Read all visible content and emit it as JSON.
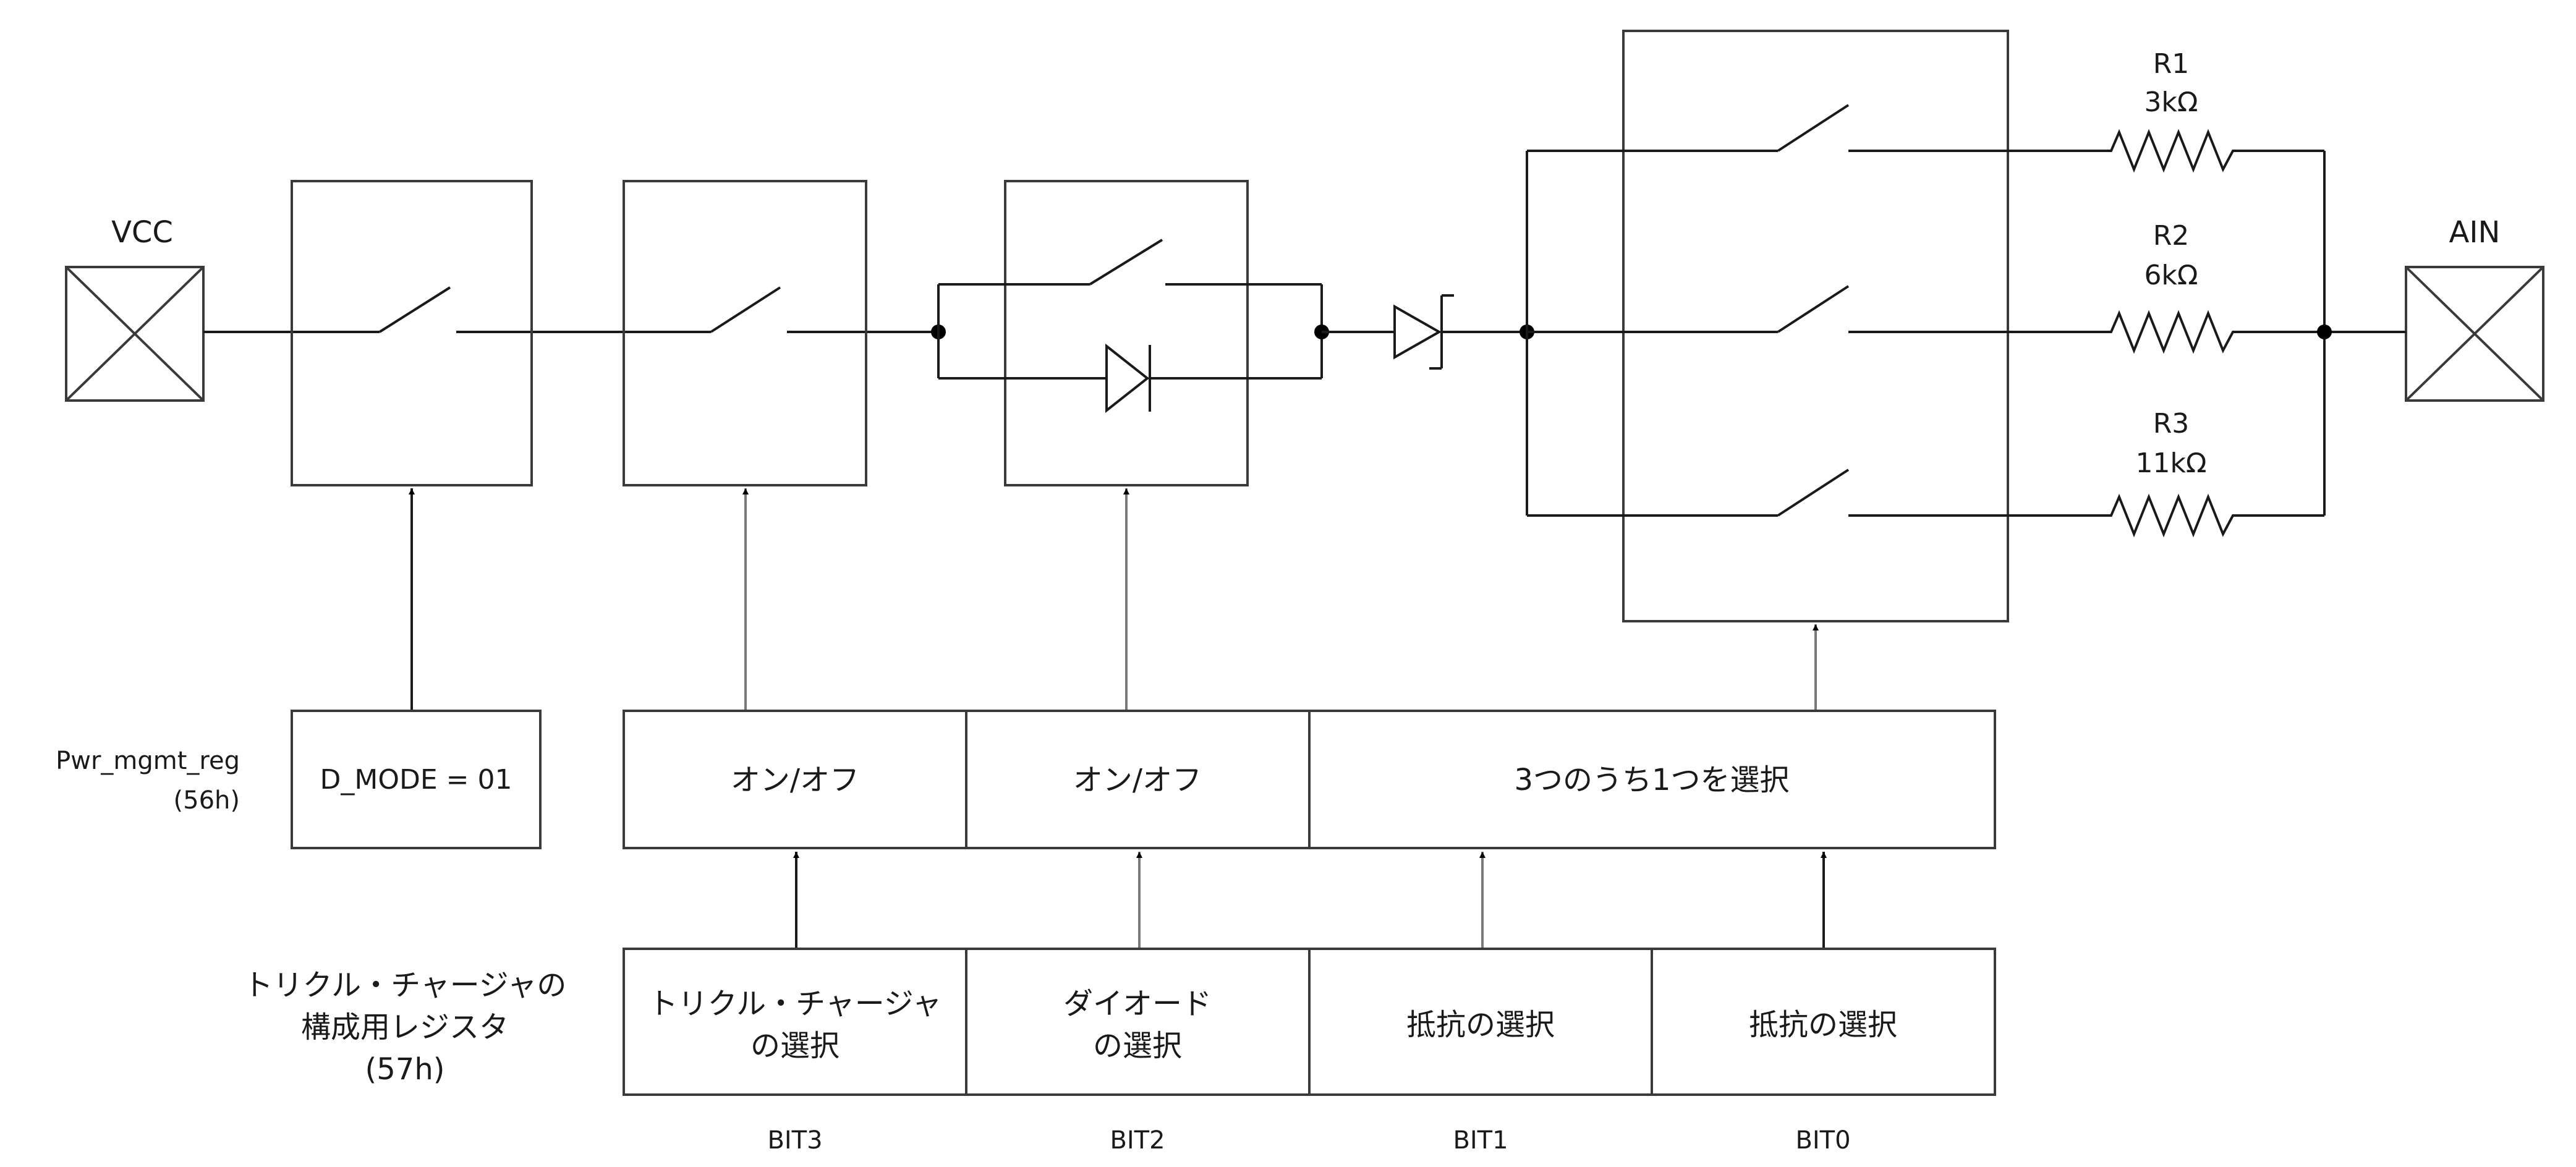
{
  "labels": {
    "vcc": "VCC",
    "ain": "AIN",
    "pwr_reg_name": "Pwr_mgmt_reg",
    "pwr_reg_addr": "(56h)",
    "dmode": "D_MODE = 01",
    "tc_reg_line1": "トリクル・チャージャの",
    "tc_reg_line2": "構成用レジスタ",
    "tc_reg_addr": "(57h)"
  },
  "resistors": [
    {
      "name": "R1",
      "value": "3kΩ"
    },
    {
      "name": "R2",
      "value": "6kΩ"
    },
    {
      "name": "R3",
      "value": "11kΩ"
    }
  ],
  "functions": [
    {
      "label": "オン/オフ"
    },
    {
      "label": "オン/オフ"
    },
    {
      "label": "3つのうち1つを選択"
    }
  ],
  "selects": [
    {
      "line1": "トリクル・チャージャ",
      "line2": "の選択"
    },
    {
      "line1": "ダイオード",
      "line2": "の選択"
    },
    {
      "line1": "抵抗の選択",
      "line2": ""
    },
    {
      "line1": "抵抗の選択",
      "line2": ""
    }
  ],
  "bits": [
    "BIT3",
    "BIT2",
    "BIT1",
    "BIT0"
  ]
}
